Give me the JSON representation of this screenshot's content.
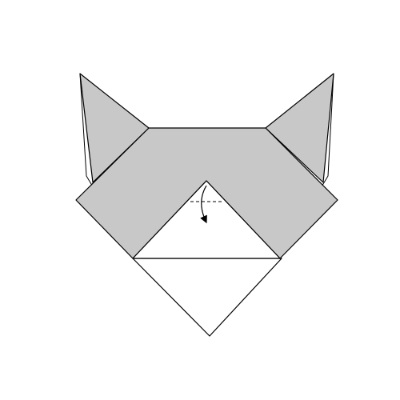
{
  "diagram": {
    "subject": "origami-cat-face-folding-step",
    "colors": {
      "paper_colored_side": "#c8c8c8",
      "paper_white_side": "#ffffff",
      "line": "#000000",
      "background": "#ffffff"
    },
    "fold_instruction": {
      "line_style": "dashed",
      "arrow": "curved-fold-down"
    }
  }
}
